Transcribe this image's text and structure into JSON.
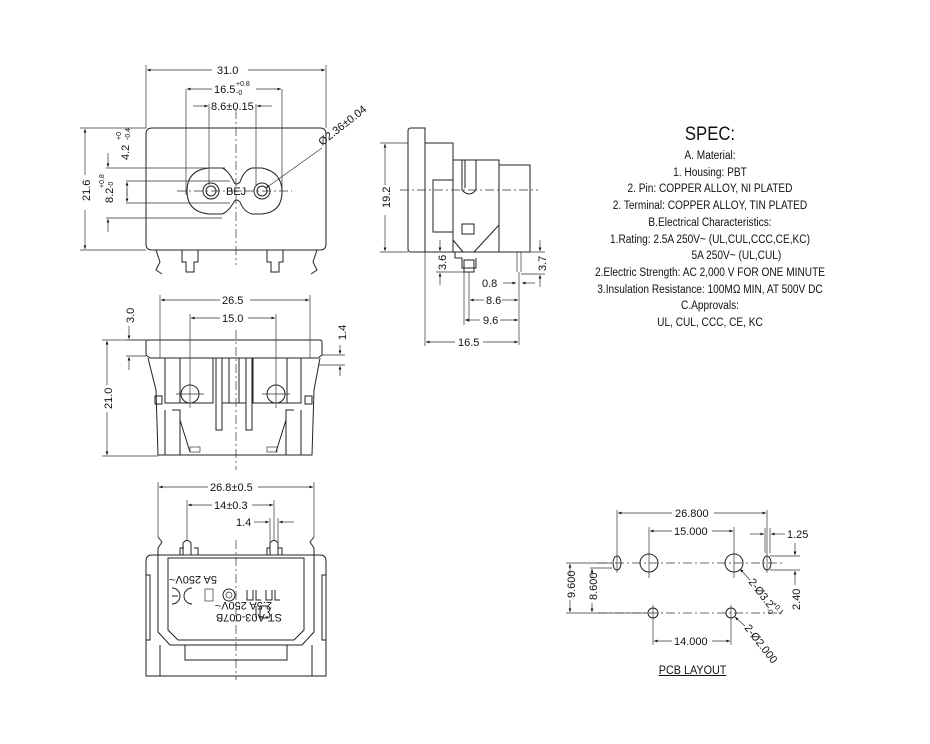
{
  "spec": {
    "title": "SPEC:",
    "lines": [
      "A. Material:",
      "1.  Housing: PBT",
      "2.  Pin: COPPER ALLOY, NI PLATED",
      "2.  Terminal: COPPER ALLOY, TIN PLATED",
      "B.Electrical Characteristics:",
      "1.Rating:  2.5A 250V~ (UL,CUL,CCC,CE,KC)",
      "5A 250V~ (UL,CUL)",
      "2.Electric Strength: AC 2,000 V FOR ONE MINUTE",
      "3.Insulation Resistance: 100MΩ MIN, AT 500V DC",
      "C.Approvals:",
      "UL, CUL, CCC, CE, KC"
    ]
  },
  "front_view": {
    "dims": {
      "width": "31.0",
      "outer_pitch": "16.5",
      "outer_pitch_tol_plus": "+0.8",
      "outer_pitch_tol_minus": "-0",
      "pin_pitch": "8.6±0.15",
      "pin_dia": "Ø2.36±0.04",
      "height": "21.6",
      "upper": "4.2",
      "upper_tol_plus": "+0",
      "upper_tol_minus": "-0.4",
      "lower": "8.2",
      "lower_tol_plus": "+0.8",
      "lower_tol_minus": "-0"
    },
    "mark": "BEJ"
  },
  "side_view": {
    "dims": {
      "height": "19.2",
      "pin_len": "3.6",
      "term_len": "3.7",
      "term_w": "0.8",
      "d1": "8.6",
      "d2": "9.6",
      "depth": "16.5"
    }
  },
  "top_view": {
    "dims": {
      "width": "26.5",
      "pitch": "15.0",
      "flange": "3.0",
      "step": "1.4",
      "height": "21.0"
    }
  },
  "bottom_view": {
    "dims": {
      "width": "26.8±0.5",
      "pitch": "14±0.3",
      "pin_w": "1.4"
    },
    "label": {
      "model": "ST-A03-007B",
      "rating1": "2.5A 250V~",
      "rating2": "5A 250V~"
    }
  },
  "pcb": {
    "title": "PCB LAYOUT",
    "dims": {
      "outer": "26.800",
      "pitch_top": "15.000",
      "pitch_bottom": "14.000",
      "slot_w": "1.25",
      "slot_h": "2.40",
      "row_a": "9.600",
      "row_b": "8.600",
      "hole_big": "2-Ø3.2",
      "hole_big_tol_plus": "+0.1",
      "hole_big_tol_minus": "-0",
      "hole_small": "2-Ø2.000"
    }
  }
}
